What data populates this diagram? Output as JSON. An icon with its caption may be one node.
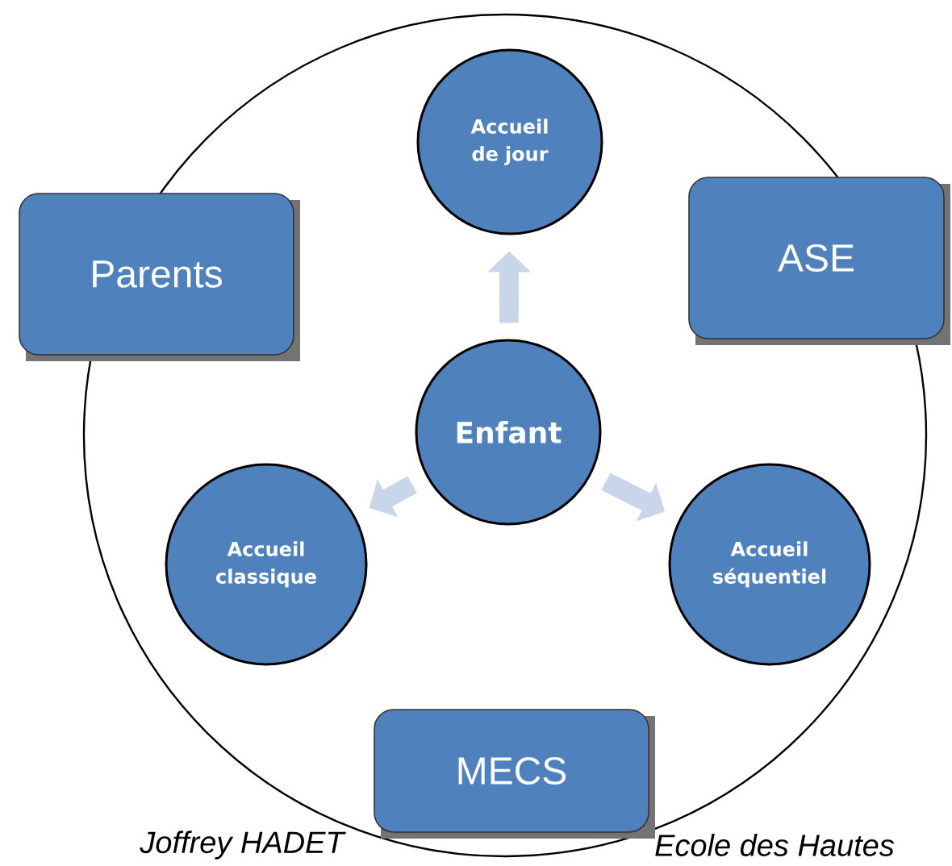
{
  "diagram": {
    "nodes": [
      {
        "text": [
          "Parents"
        ]
      },
      {
        "text": [
          "ASE"
        ]
      },
      {
        "text": [
          "Accueil de jour"
        ]
      },
      {
        "text": [
          "Enfant"
        ]
      },
      {
        "text": [
          "Accueil classique"
        ]
      },
      {
        "text": [
          "Accueil séquentiel"
        ]
      },
      {
        "text": [
          "MECS"
        ]
      }
    ],
    "edges": [
      {
        "from": 3,
        "to": 2,
        "arrow": "to"
      },
      {
        "from": 3,
        "to": 4,
        "arrow": "to"
      },
      {
        "from": 3,
        "to": 5,
        "arrow": "to"
      }
    ],
    "labels": [
      "Joffrey HADET",
      "Ecole des Hautes"
    ]
  }
}
